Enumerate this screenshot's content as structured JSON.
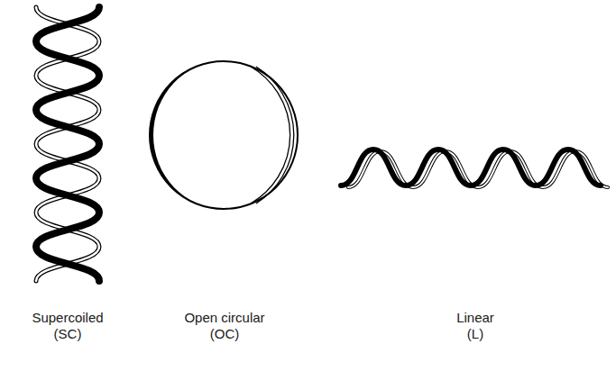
{
  "diagram": {
    "labels": [
      "Supercoiled (SC)",
      "Open circular (OC)",
      "Linear (L)"
    ]
  }
}
